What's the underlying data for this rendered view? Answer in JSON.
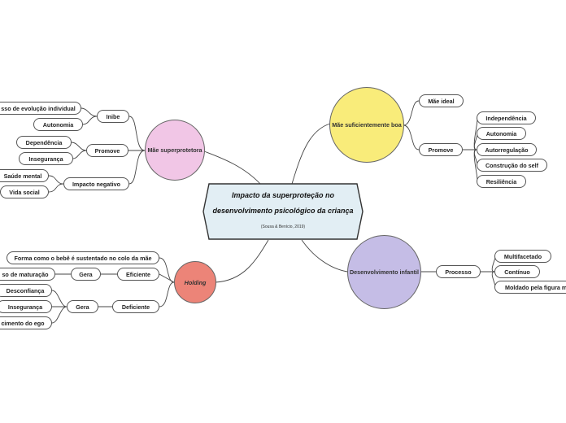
{
  "central": {
    "line1": "Impacto da superproteção no",
    "line2": "desenvolvimento psicológico da criança",
    "citation": "(Sousa & Benício, 2019)"
  },
  "branches": {
    "mae_boa": {
      "label": "Mãe suficientemente boa",
      "color": "#f9ec7a",
      "ideal": "Mãe ideal",
      "promove": "Promove",
      "promove_items": [
        "Independência",
        "Autonomia",
        "Autorregulação",
        "Construção do self",
        "Resiliência"
      ]
    },
    "desenvolvimento": {
      "label": "Desenvolvimento infantil",
      "color": "#c5bde6",
      "processo": "Processo",
      "processo_items": [
        "Multifacetado",
        "Contínuo",
        "Moldado pela figura ma"
      ]
    },
    "superprotetora": {
      "label": "Mãe superprotetora",
      "color": "#f1c6e6",
      "inibe": "Inibe",
      "inibe_items": [
        "sso de evolução individual",
        "Autonomia"
      ],
      "promove": "Promove",
      "promove_items": [
        "Dependência",
        "Insegurança"
      ],
      "impacto": "Impacto negativo",
      "impacto_items": [
        "Saúde mental",
        "Vida social"
      ]
    },
    "holding": {
      "label": "Holding",
      "color": "#ec8478",
      "forma": "Forma como o bebê é sustentado no colo da mãe",
      "eficiente": "Eficiente",
      "gera1": "Gera",
      "maturacao": "so de maturação",
      "deficiente": "Deficiente",
      "gera2": "Gera",
      "deficiente_items": [
        "Desconfiança",
        "Insegurança",
        "cimento do ego"
      ]
    }
  }
}
